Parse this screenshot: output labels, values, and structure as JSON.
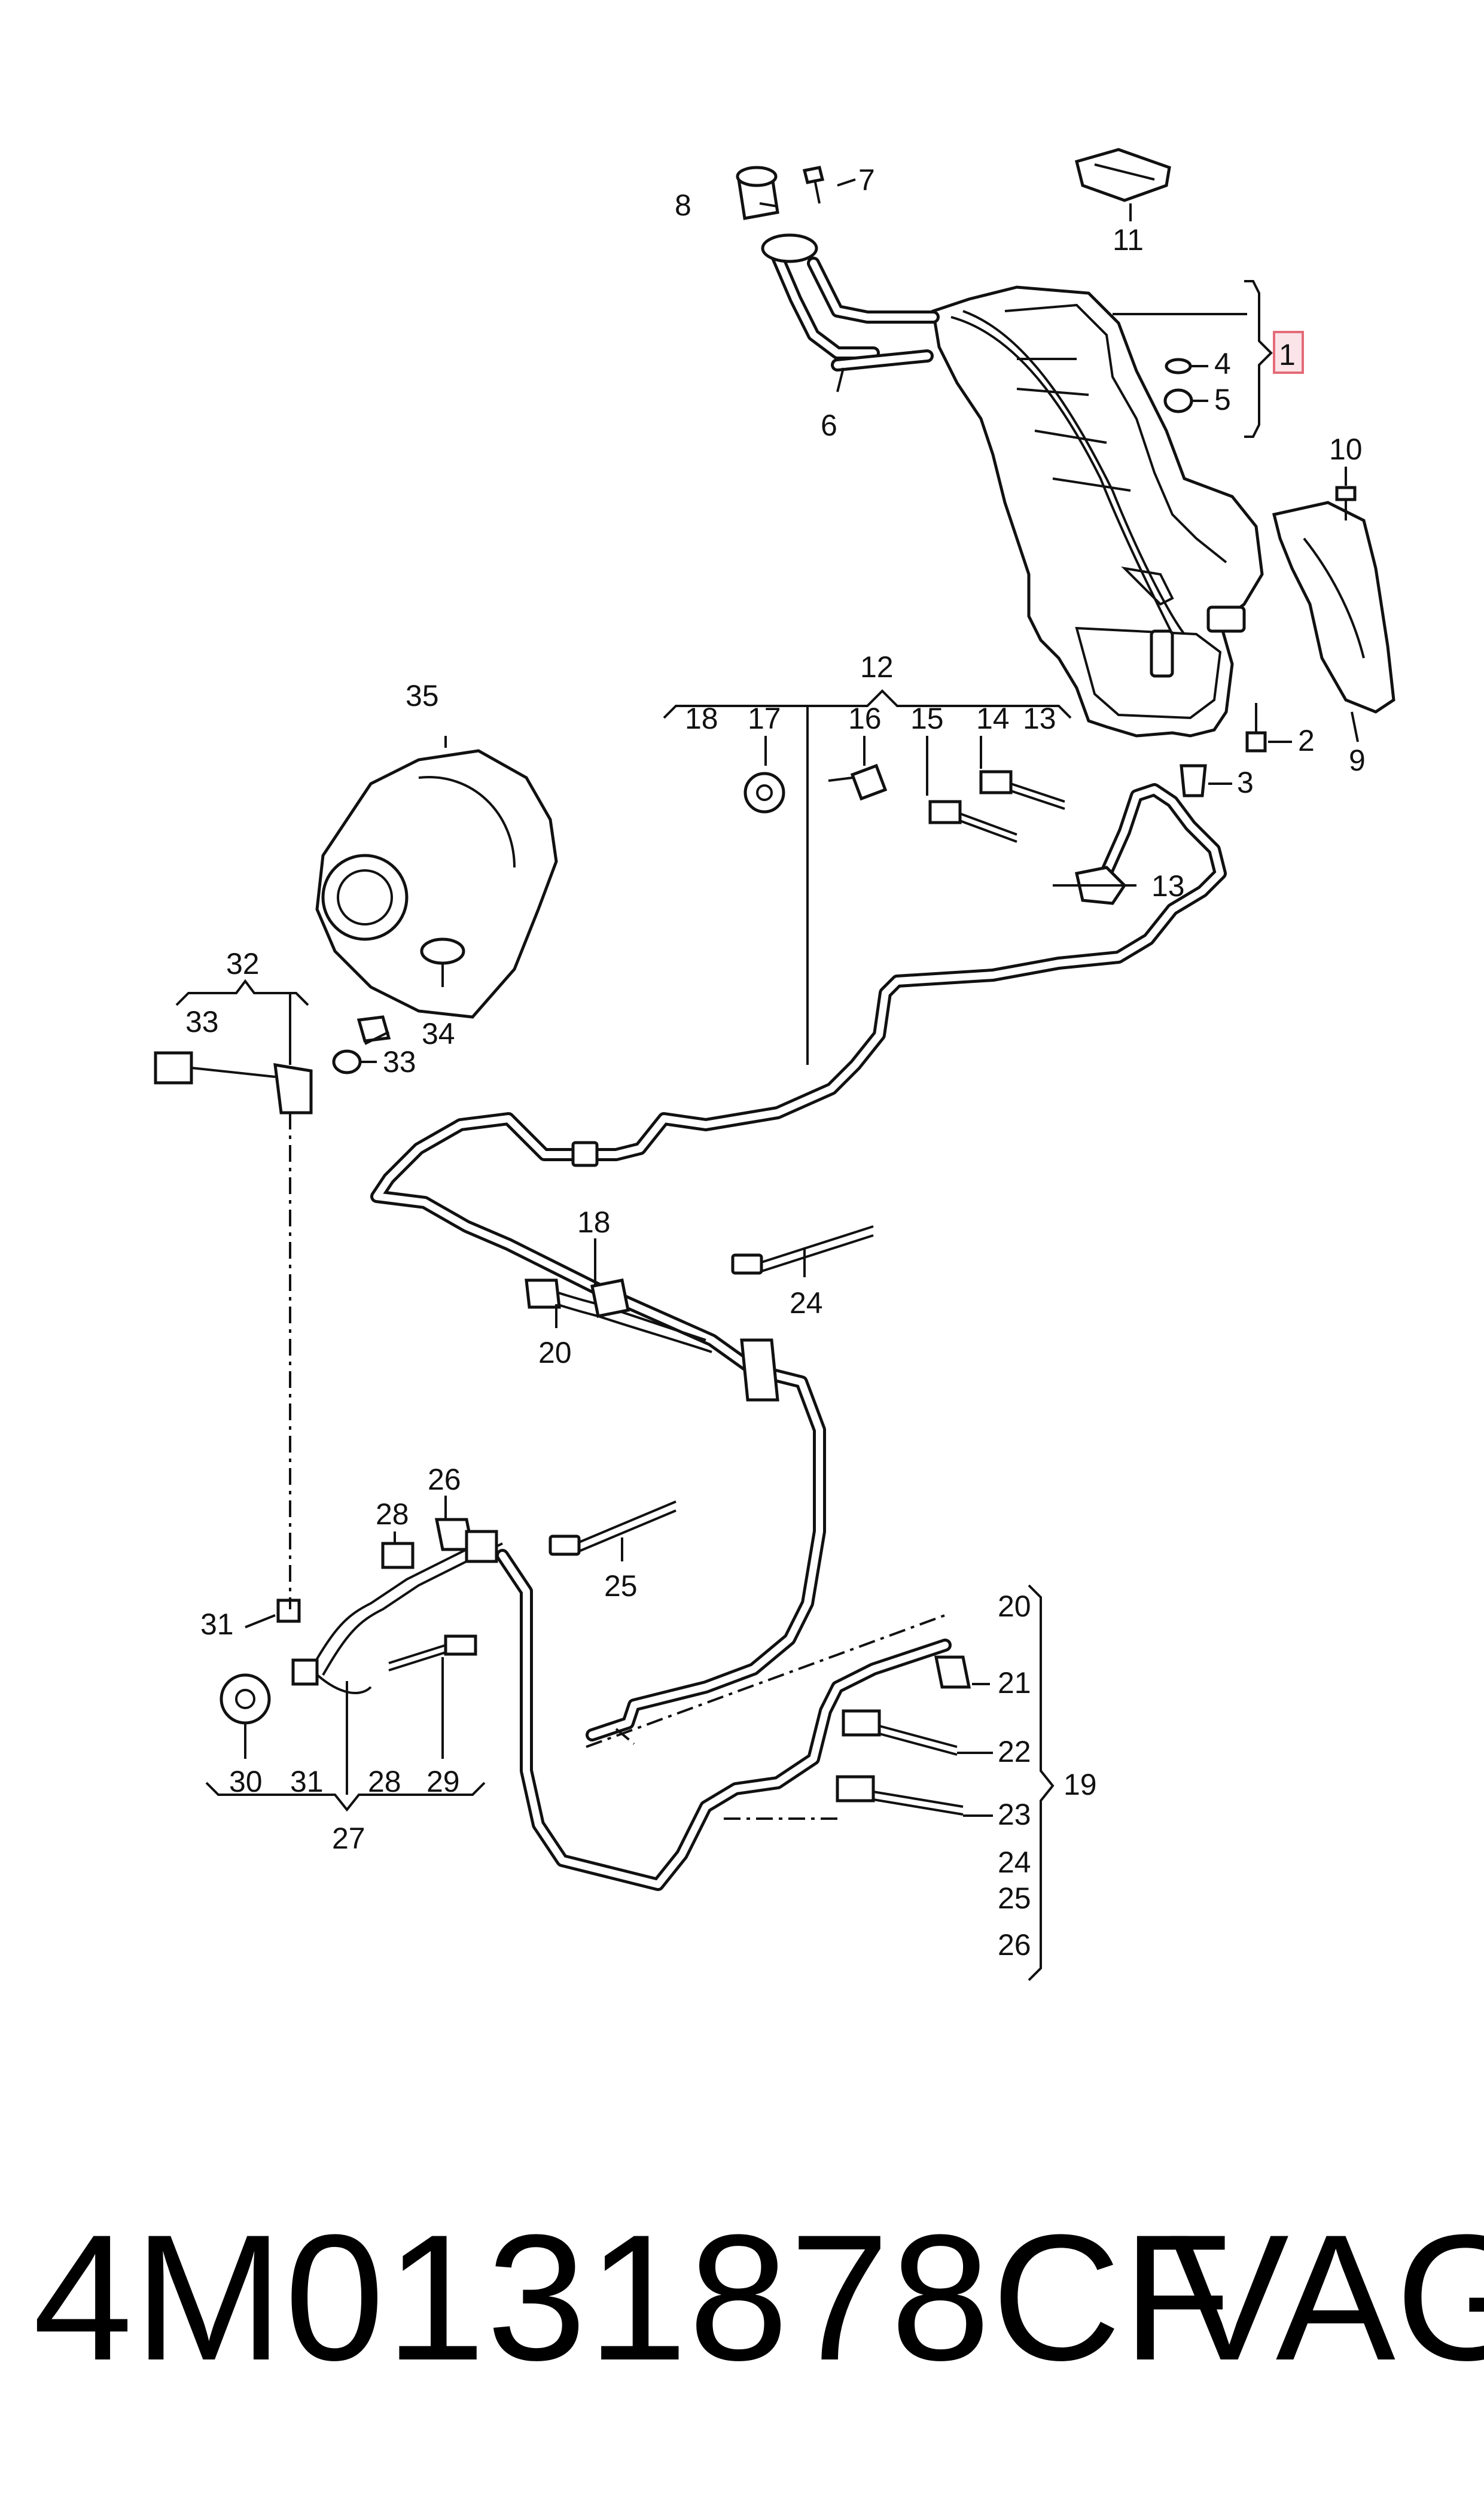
{
  "diagram": {
    "part_number": "4M0131878CF",
    "brand": "VAG",
    "highlight_color": "#e46b78",
    "callouts": {
      "c1": "1",
      "c2": "2",
      "c3": "3",
      "c4": "4",
      "c5": "5",
      "c6": "6",
      "c7": "7",
      "c8": "8",
      "c9": "9",
      "c10": "10",
      "c11": "11",
      "c12": "12",
      "c13a": "13",
      "c13b": "13",
      "c14": "14",
      "c15": "15",
      "c16": "16",
      "c17": "17",
      "c18a": "18",
      "c18b": "18",
      "c19": "19",
      "c20a": "20",
      "c20b": "20",
      "c21": "21",
      "c22": "22",
      "c23": "23",
      "c24a": "24",
      "c24b": "24",
      "c25a": "25",
      "c25b": "25",
      "c26a": "26",
      "c26b": "26",
      "c27": "27",
      "c28a": "28",
      "c28b": "28",
      "c29": "29",
      "c30": "30",
      "c31a": "31",
      "c31b": "31",
      "c32": "32",
      "c33a": "33",
      "c33b": "33",
      "c34": "34",
      "c35": "35"
    }
  }
}
